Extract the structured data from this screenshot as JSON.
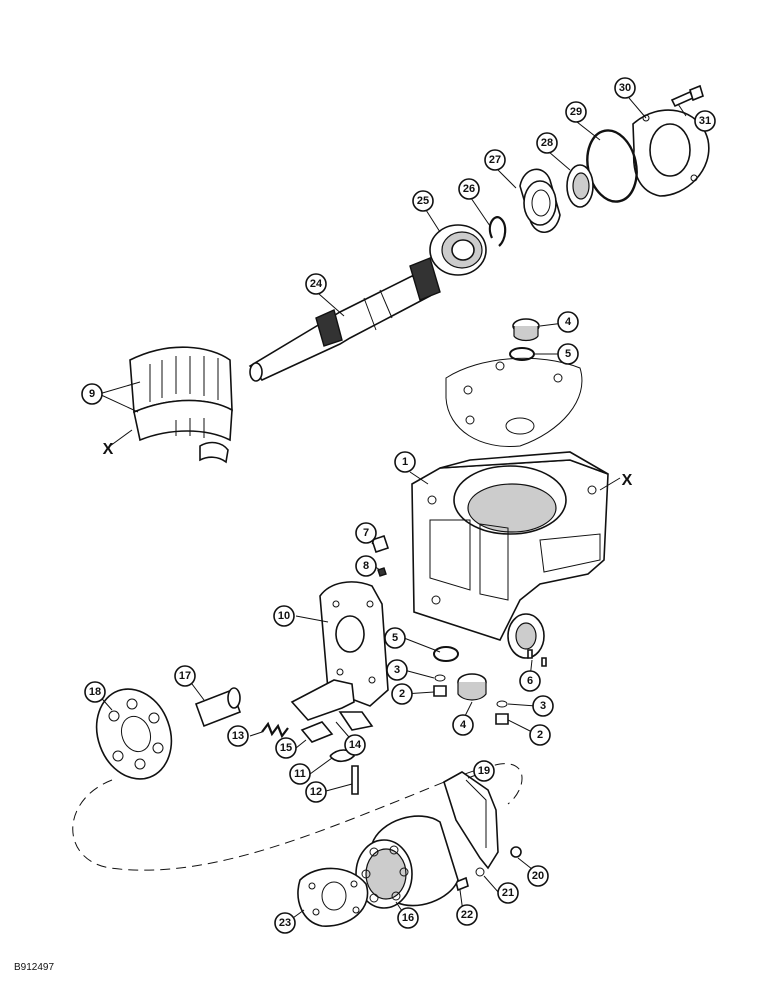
{
  "figure_code": "B912497",
  "section_marker": "X",
  "callouts": [
    "1",
    "2",
    "2",
    "3",
    "3",
    "4",
    "4",
    "5",
    "5",
    "6",
    "7",
    "8",
    "9",
    "10",
    "11",
    "12",
    "13",
    "14",
    "15",
    "16",
    "17",
    "18",
    "19",
    "20",
    "21",
    "22",
    "23",
    "24",
    "25",
    "26",
    "27",
    "28",
    "29",
    "30",
    "31"
  ]
}
